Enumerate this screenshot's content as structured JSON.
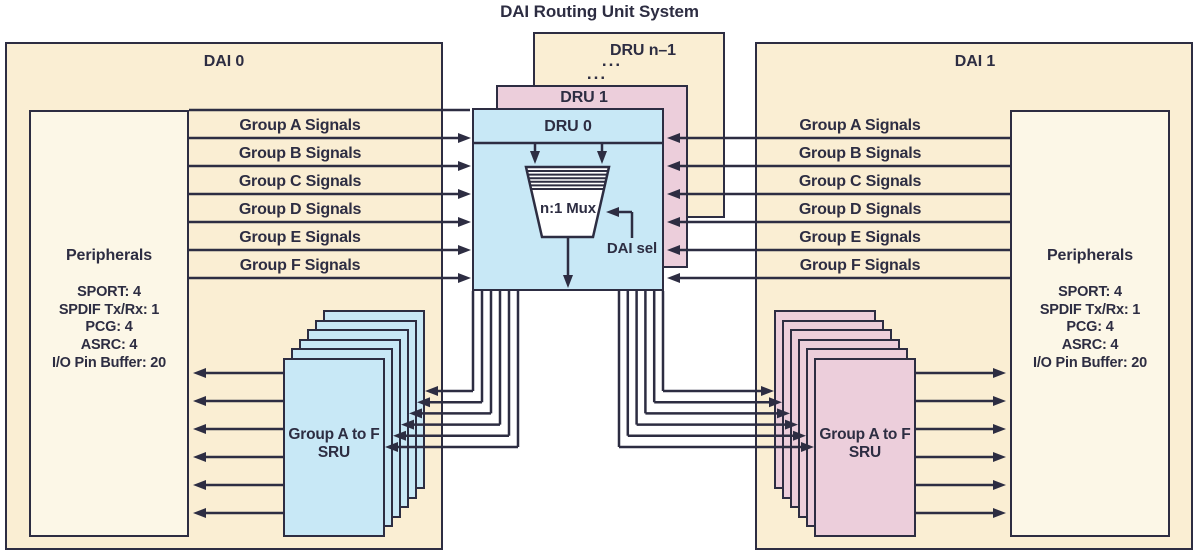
{
  "title": "DAI Routing Unit System",
  "colors": {
    "ink": "#2d2d42",
    "cream": "#faeed3",
    "cream_light": "#fcf7e7",
    "blue": "#c8e8f6",
    "pink": "#eccedb",
    "paper": "#ffffff"
  },
  "dai0": {
    "label": "DAI 0"
  },
  "dai1": {
    "label": "DAI 1"
  },
  "peripherals": {
    "title": "Peripherals",
    "items": [
      "SPORT: 4",
      "SPDIF Tx/Rx: 1",
      "PCG: 4",
      "ASRC: 4",
      "I/O Pin Buffer: 20"
    ]
  },
  "dru": {
    "front": "DRU 0",
    "mid": "DRU 1",
    "back": "DRU n–1",
    "dots": "..."
  },
  "mux": {
    "label": "n:1 Mux",
    "select": "DAI sel"
  },
  "signal_groups": [
    "Group A Signals",
    "Group B Signals",
    "Group C Signals",
    "Group D Signals",
    "Group E Signals",
    "Group F Signals"
  ],
  "sru": {
    "line1": "Group A to F",
    "line2": "SRU"
  }
}
